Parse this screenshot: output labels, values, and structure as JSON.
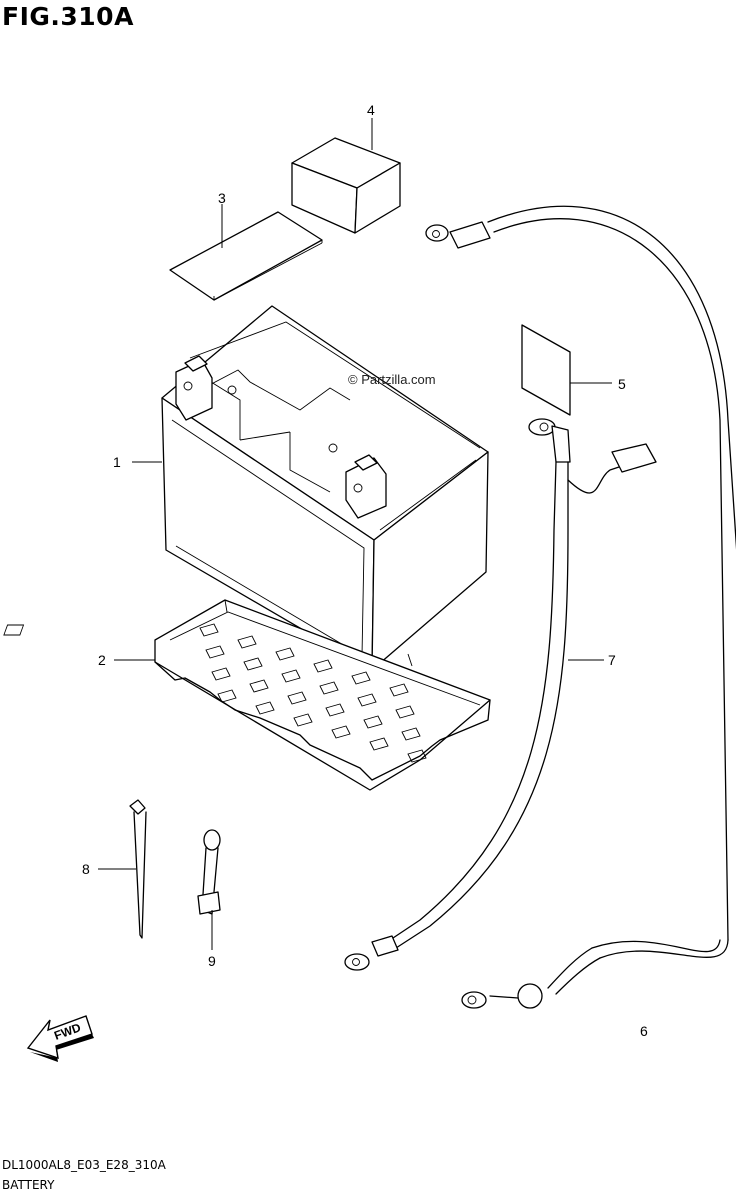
{
  "figure": {
    "title": "FIG.310A",
    "code": "DL1000AL8_E03_E28_310A",
    "name": "BATTERY"
  },
  "watermark": "© Partzilla.com",
  "callouts": [
    {
      "num": "1"
    },
    {
      "num": "2"
    },
    {
      "num": "3"
    },
    {
      "num": "4"
    },
    {
      "num": "5"
    },
    {
      "num": "6"
    },
    {
      "num": "7"
    },
    {
      "num": "8"
    },
    {
      "num": "9"
    }
  ],
  "direction_arrow": {
    "label": "FWD",
    "icon": "fwd-arrow-icon"
  }
}
